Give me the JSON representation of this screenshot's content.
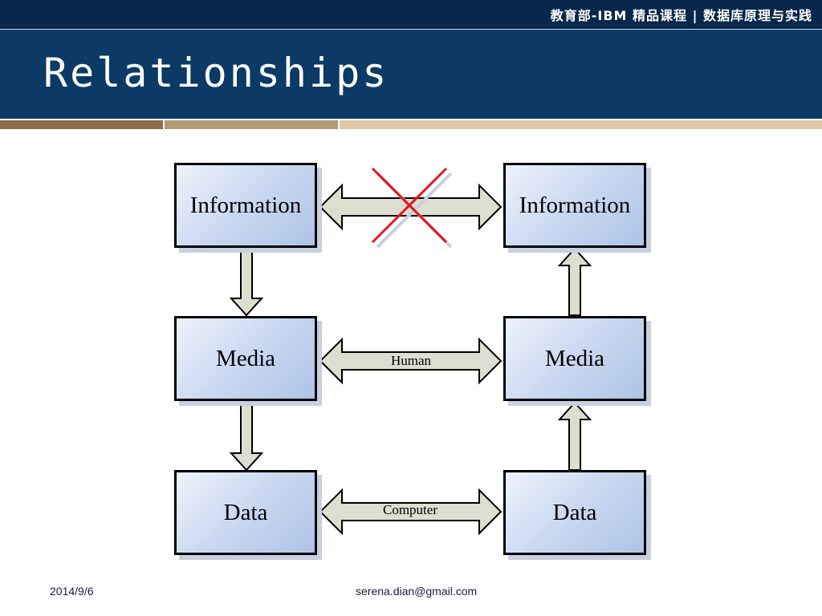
{
  "header": {
    "course_banner": "教育部-IBM 精品课程 | 数据库原理与实践",
    "title": "Relationships"
  },
  "colors": {
    "header_bg": "#0b3a66",
    "node_fill": "#c9d8f0",
    "arrow_fill": "#dcdfd0",
    "cross_out": "#e8141c"
  },
  "diagram": {
    "nodes": {
      "left_information": "Information",
      "right_information": "Information",
      "left_media": "Media",
      "right_media": "Media",
      "left_data": "Data",
      "right_data": "Data"
    },
    "edges": {
      "information_link": {
        "label": "",
        "crossed_out": true
      },
      "media_link": {
        "label": "Human"
      },
      "data_link": {
        "label": "Computer"
      }
    }
  },
  "footer": {
    "date": "2014/9/6",
    "email": "serena.dian@gmail.com"
  }
}
